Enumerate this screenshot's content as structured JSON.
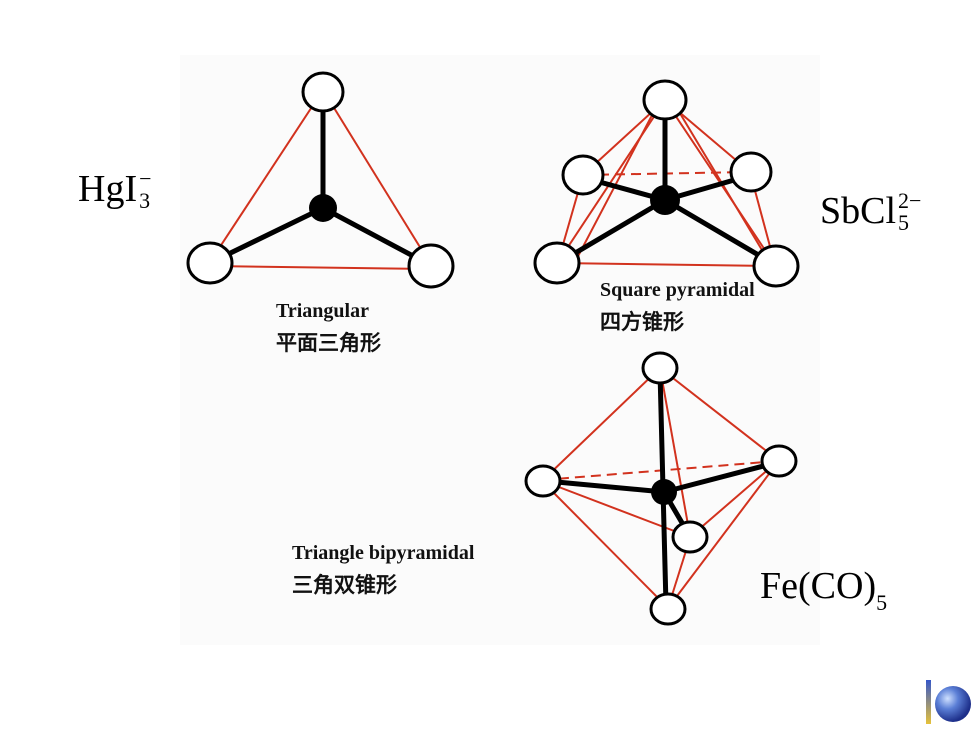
{
  "formulas": {
    "hgi3": {
      "base": "HgI",
      "sup": "−",
      "sub": "3"
    },
    "sbcl5": {
      "base": "SbCl",
      "sup": "2−",
      "sub": "5"
    },
    "feco5": {
      "base": "Fe(CO)",
      "sub": "5"
    }
  },
  "labels": {
    "triangular": {
      "en": "Triangular",
      "cn": "平面三角形"
    },
    "square_pyramidal": {
      "en": "Square pyramidal",
      "cn": "四方锥形"
    },
    "trigonal_bipyramidal": {
      "en": "Triangle bipyramidal",
      "cn": "三角双锥形"
    }
  },
  "colors": {
    "edge": "#d2321e",
    "bond": "#000000",
    "atom_fill": "#ffffff",
    "center_atom": "#000000"
  },
  "icons": {
    "corner_logo": "blue-sphere-logo"
  }
}
